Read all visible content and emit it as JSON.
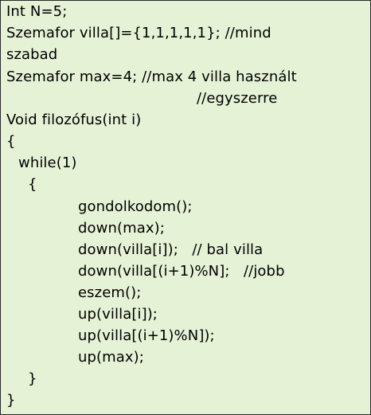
{
  "code_lines": [
    "Int N=5;",
    "Szemafor villa[]={1,1,1,1,1}; //mind",
    "szabad",
    "Szemafor max=4; //max 4 villa használt",
    "//egyszerre",
    "Void filozófus(int i)",
    "{",
    "while(1)",
    "{",
    "gondolkodom();",
    "down(max);",
    "down(villa[i]);   // bal villa",
    "down(villa[(i+1)%N];   //jobb",
    "eszem();",
    "up(villa[i]);",
    "up(villa[(i+1)%N]);",
    "up(max);",
    "}",
    "}"
  ]
}
